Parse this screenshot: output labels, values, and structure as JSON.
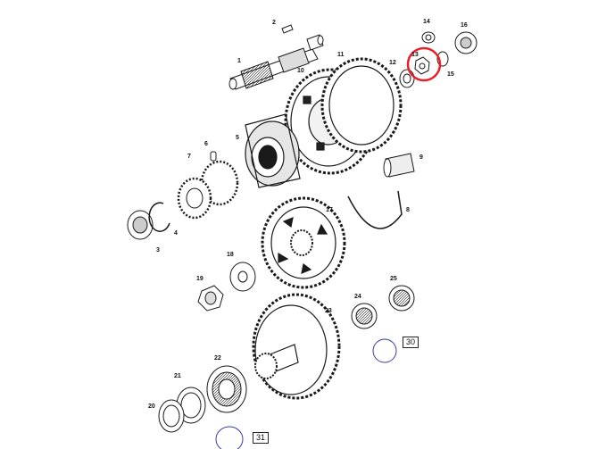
{
  "diagram": {
    "highlight_color": "#e8202a",
    "placeholder_circle_color": "#3a3fa6",
    "line_color": "#1a1a1a",
    "part_numbers": {
      "p1": "1",
      "p2": "2",
      "p3": "3",
      "p4": "4",
      "p5": "5",
      "p6": "6",
      "p7": "7",
      "p8": "8",
      "p9": "9",
      "p10": "10",
      "p11": "11",
      "p12": "12",
      "p13": "13",
      "p14": "14",
      "p15": "15",
      "p16": "16",
      "p17": "17",
      "p18": "18",
      "p19": "19",
      "p20": "20",
      "p21": "21",
      "p22": "22",
      "p23": "23",
      "p24": "24",
      "p25": "25"
    },
    "boxed_labels": {
      "b30": "30",
      "b31": "31"
    },
    "highlighted_part": "13"
  }
}
